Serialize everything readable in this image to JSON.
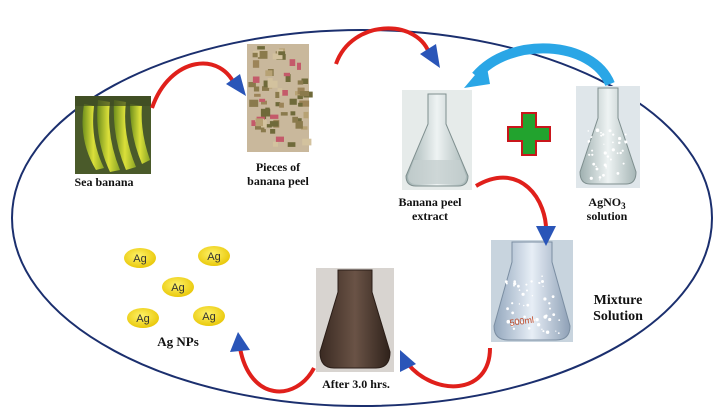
{
  "labels": {
    "sea_banana": "Sea banana",
    "pieces_line1": "Pieces of",
    "pieces_line2": "banana peel",
    "extract_line1": "Banana peel",
    "extract_line2": "extract",
    "agno3_main": "AgNO",
    "agno3_sub": "3",
    "agno3_line2": "solution",
    "mixture_line1": "Mixture",
    "mixture_line2": "Solution",
    "after": "After 3.0 hrs.",
    "ag_nps": "Ag NPs",
    "flask_marking": "500ml"
  },
  "nanoparticles": [
    "Ag",
    "Ag",
    "Ag",
    "Ag",
    "Ag"
  ],
  "colors": {
    "ellipse_stroke": "#1b2f6e",
    "arrow_red": "#e0201b",
    "arrow_blue": "#2a55b8",
    "arrow_cyan": "#2aa6e6",
    "plus_green": "#22a32e",
    "np_yellow": "#f4dd10"
  }
}
